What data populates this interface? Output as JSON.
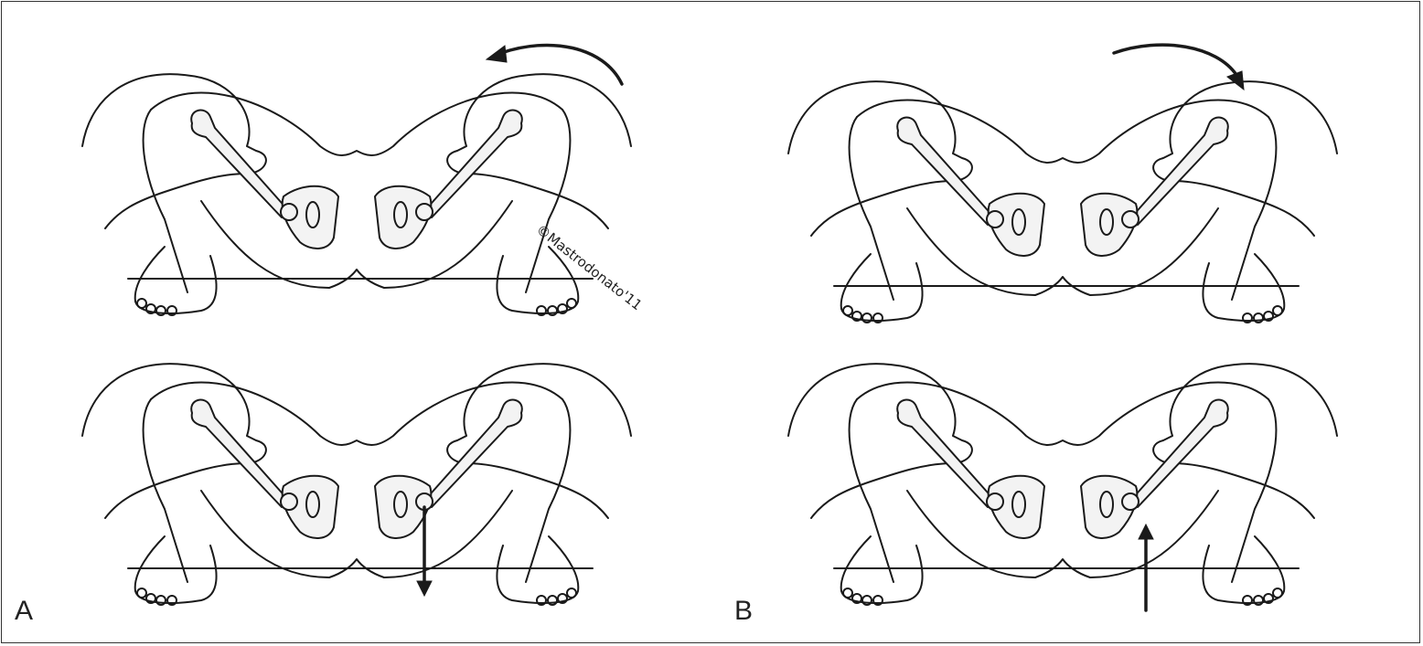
{
  "figure": {
    "panel_labels": {
      "a": "A",
      "b": "B"
    },
    "signature": "©Mastrodonato'11",
    "colors": {
      "line": "#1a1a1a",
      "bone_fill": "#f3f3f3",
      "background": "#ffffff"
    }
  }
}
